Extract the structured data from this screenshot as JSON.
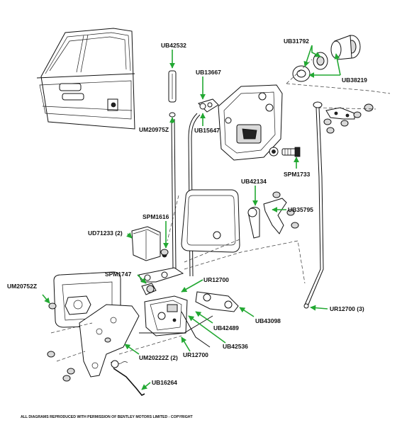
{
  "colors": {
    "callout": "#22a832",
    "ink": "#111111",
    "background": "#ffffff"
  },
  "labels": {
    "ub42532": "UB42532",
    "um20975z": "UM20975Z",
    "ub13667": "UB13667",
    "ub15647": "UB15647",
    "ub31792": "UB31792",
    "ub38219": "UB38219",
    "spm1733": "SPM1733",
    "ub42134": "UB42134",
    "ub35795": "UB35795",
    "spm1616": "SPM1616",
    "ud71233": "UD71233 (2)",
    "spm1747": "SPM1747",
    "um20752z": "UM20752Z",
    "ur12700_top": "UR12700",
    "ur12700_right": "UR12700 (3)",
    "ub43098": "UB43098",
    "ub42489": "UB42489",
    "ub42536": "UB42536",
    "ur12700_bottom": "UR12700",
    "um20222z": "UM20222Z (2)",
    "ub16264": "UB16264"
  },
  "footer": {
    "copyright": "ALL DIAGRAMS REPRODUCED WITH PERMISSION OF BENTLEY MOTORS LIMITED - COPYRIGHT"
  }
}
